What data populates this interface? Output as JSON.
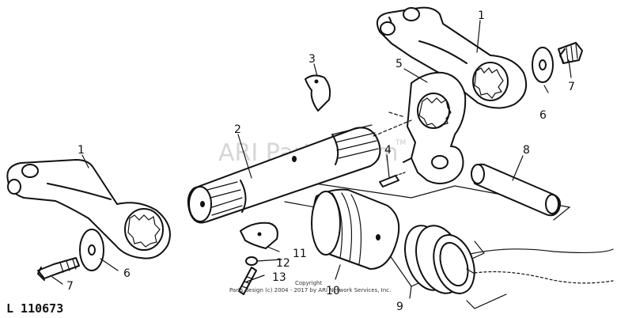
{
  "figure_code": "L 110673",
  "watermark": {
    "text": "ARI PartStream",
    "trademark": "TM"
  },
  "copyright": {
    "line1": "Copyright",
    "line2": "Parts design (c) 2004 - 2017 by ARI Network Services, Inc."
  },
  "callouts": [
    {
      "id": "c1-top",
      "label": "1"
    },
    {
      "id": "c1-left",
      "label": "1"
    },
    {
      "id": "c2",
      "label": "2"
    },
    {
      "id": "c3",
      "label": "3"
    },
    {
      "id": "c4",
      "label": "4"
    },
    {
      "id": "c5",
      "label": "5"
    },
    {
      "id": "c6-right",
      "label": "6"
    },
    {
      "id": "c6-left",
      "label": "6"
    },
    {
      "id": "c7-right",
      "label": "7"
    },
    {
      "id": "c7-left",
      "label": "7"
    },
    {
      "id": "c8",
      "label": "8"
    },
    {
      "id": "c9",
      "label": "9"
    },
    {
      "id": "c10",
      "label": "10"
    },
    {
      "id": "c11",
      "label": "11"
    },
    {
      "id": "c12",
      "label": "12"
    },
    {
      "id": "c13",
      "label": "13"
    }
  ]
}
